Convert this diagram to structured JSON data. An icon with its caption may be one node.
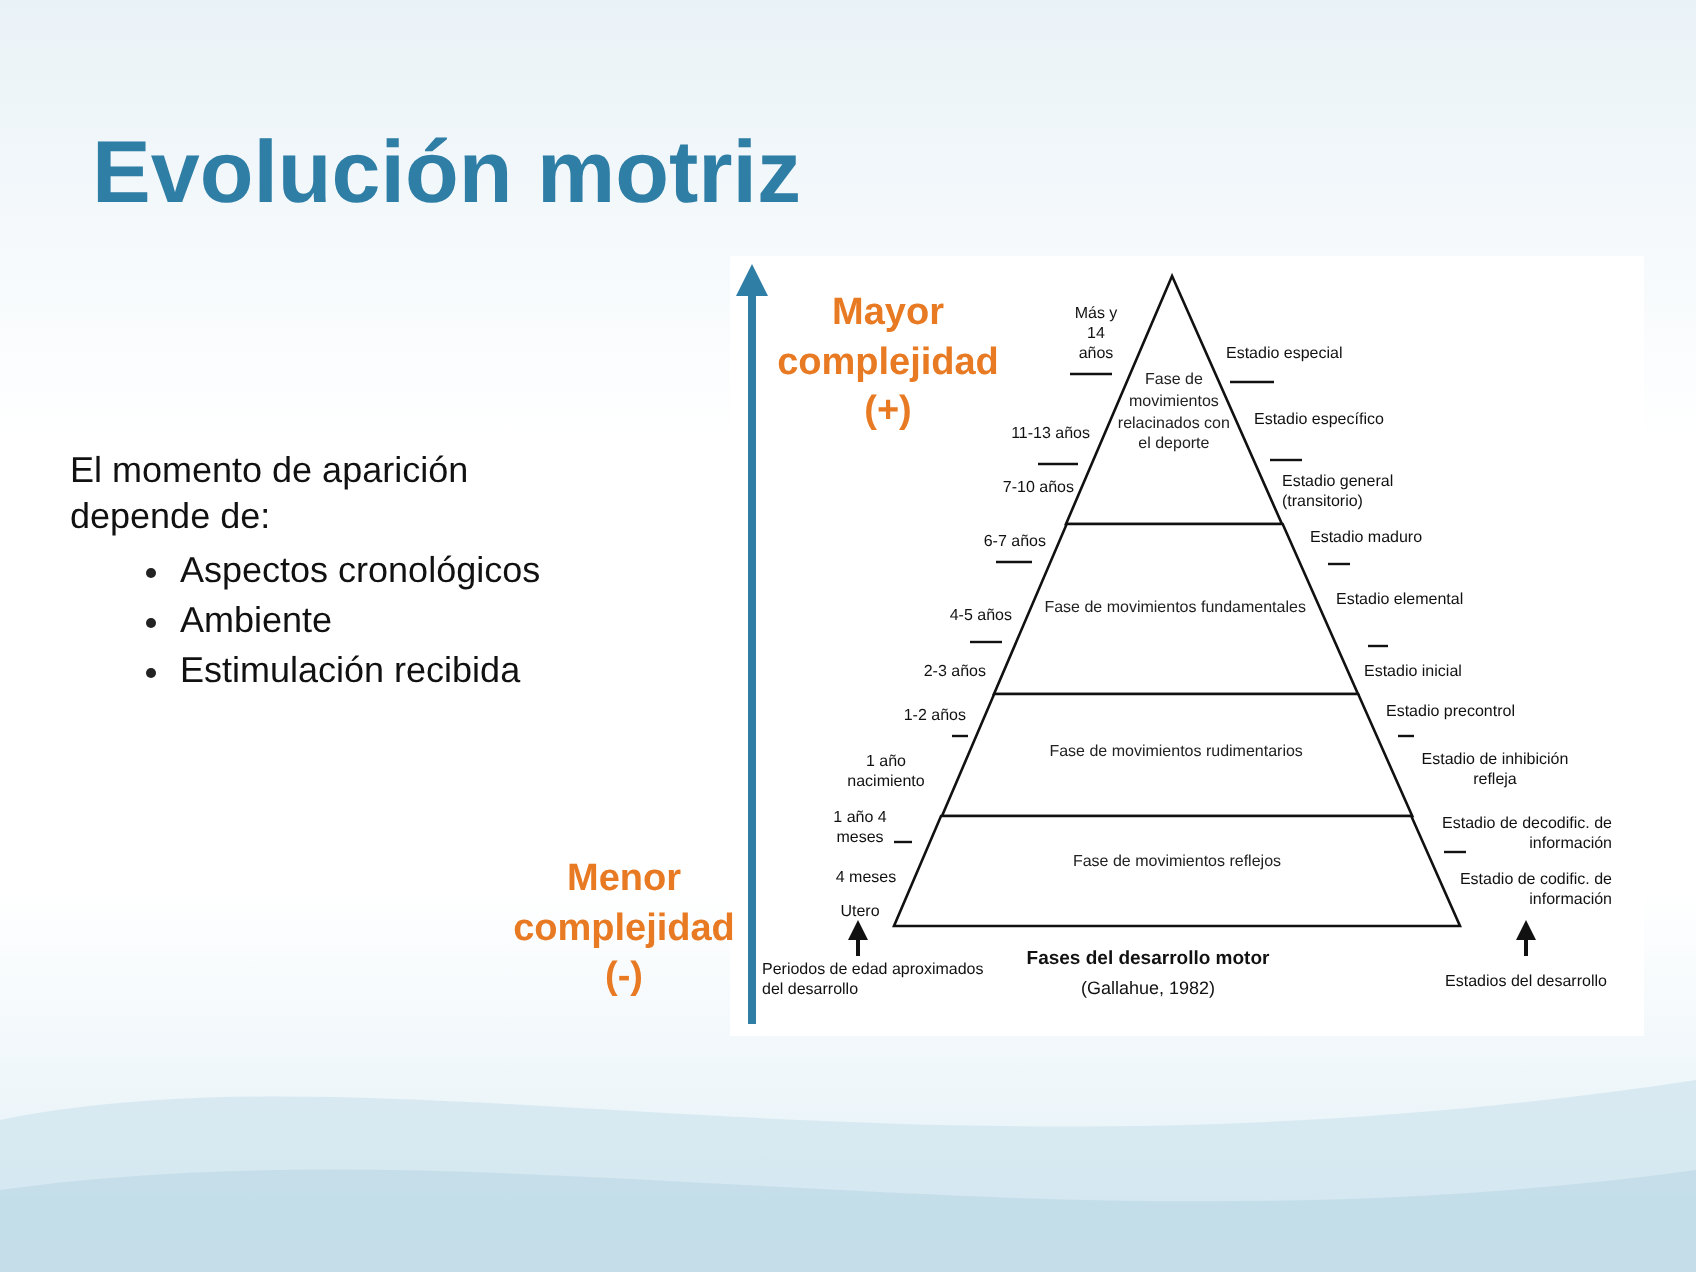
{
  "diagram": {
    "title": "Evolución motriz",
    "nodes": [
      {
        "text": [
          "Fase de movimientos relacinados con el deporte"
        ]
      },
      {
        "text": [
          "Fase de movimientos fundamentales"
        ]
      },
      {
        "text": [
          "Fase de movimientos  rudimentarios"
        ]
      },
      {
        "text": [
          "Fase de movimientos reflejos"
        ]
      }
    ],
    "labels": [
      "El momento de aparición depende de:",
      "Aspectos cronológicos",
      "Ambiente",
      "Estimulación recibida",
      "Mayor complejidad (+)",
      "Menor complejidad (-)",
      "Más y 14 años",
      "11-13 años",
      "7-10 años",
      "6-7 años",
      "4-5 años",
      "2-3 años",
      "1-2 años",
      "1 año nacimiento",
      "1 año 4 meses",
      "4 meses",
      "Utero",
      "Estadio especial",
      "Estadio específico",
      "Estadio general (transitorio)",
      "Estadio maduro",
      "Estadio elemental",
      "Estadio inicial",
      "Estadio precontrol",
      "Estadio de inhibición refleja",
      "Estadio de decodific. de información",
      "Estadio de codific. de información",
      "Fases del desarrollo motor",
      "(Gallahue, 1982)",
      "Periodos de edad aproximados del desarrollo",
      "Estadios del desarrollo"
    ]
  }
}
